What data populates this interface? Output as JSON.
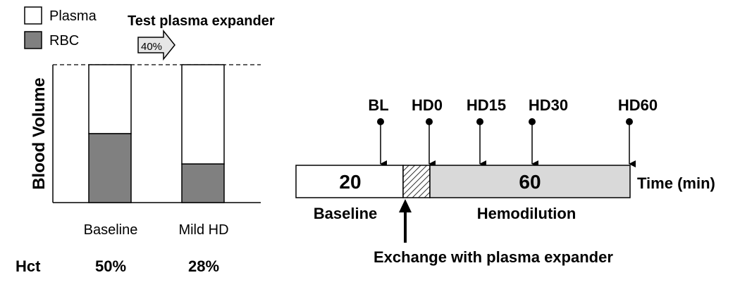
{
  "legend": {
    "items": [
      {
        "label": "Plasma",
        "color": "#ffffff"
      },
      {
        "label": "RBC",
        "color": "#808080"
      }
    ]
  },
  "expander": {
    "label": "Test plasma expander",
    "arrow_text": "40%"
  },
  "blood_chart": {
    "ylabel": "Blood Volume",
    "bars": [
      {
        "label": "Baseline",
        "hct": "50%",
        "rbc_fraction": 0.5
      },
      {
        "label": "Mild HD",
        "hct": "28%",
        "rbc_fraction": 0.28
      }
    ],
    "hct_label": "Hct"
  },
  "timeline": {
    "markers": [
      "BL",
      "HD0",
      "HD15",
      "HD30",
      "HD60"
    ],
    "segments": [
      {
        "text": "20",
        "fill": "#ffffff"
      },
      {
        "text": "",
        "fill": "hatched"
      },
      {
        "text": "60",
        "fill": "#d9d9d9"
      }
    ],
    "axis_label": "Time (min)",
    "phase_labels": [
      "Baseline",
      "Hemodilution"
    ],
    "exchange_label": "Exchange with plasma expander"
  }
}
